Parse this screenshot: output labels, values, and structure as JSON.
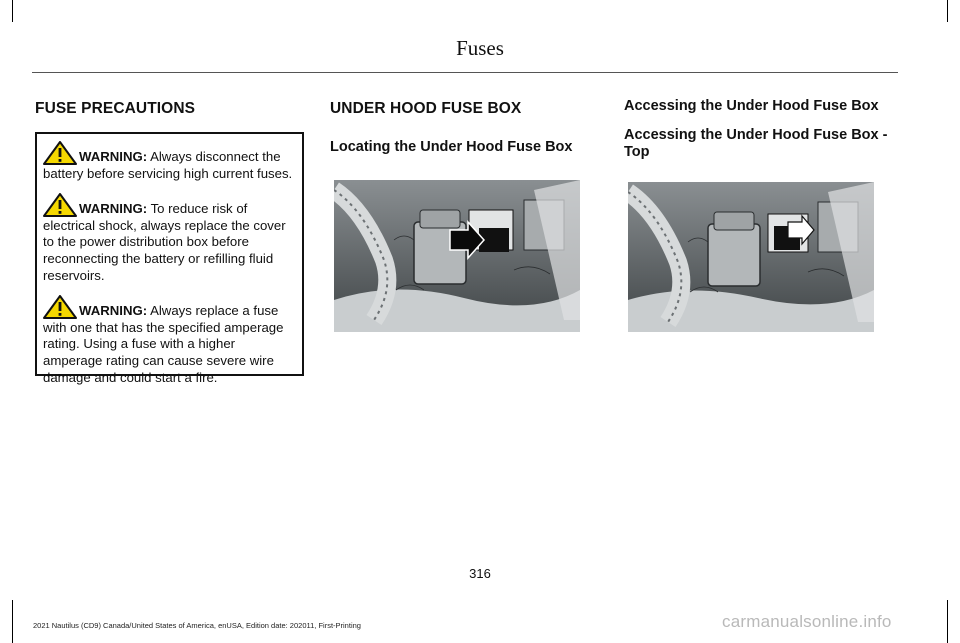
{
  "header": {
    "title": "Fuses"
  },
  "col1": {
    "heading": "FUSE PRECAUTIONS",
    "warnings": [
      {
        "label": "WARNING:",
        "text": " Always disconnect the battery before servicing high current fuses."
      },
      {
        "label": "WARNING:",
        "text": " To reduce risk of electrical shock, always replace the cover to the power distribution box before reconnecting the battery or refilling fluid reservoirs."
      },
      {
        "label": "WARNING:",
        "text": " Always replace a fuse with one that has the specified amperage rating. Using a fuse with a higher amperage rating can cause severe wire damage and could start a fire."
      }
    ],
    "warning_icon": "warning-triangle-icon"
  },
  "col2": {
    "heading": "UNDER HOOD FUSE BOX",
    "subheading": "Locating the Under Hood Fuse Box",
    "image_id": "E305264"
  },
  "col3": {
    "heading": "Accessing the Under Hood Fuse Box",
    "subheading": "Accessing the Under Hood Fuse Box - Top",
    "image_id": "E305265"
  },
  "footer": {
    "page_number": "316",
    "edition": "2021 Nautilus (CD9) Canada/United States of America, enUSA, Edition date: 202011, First-Printing",
    "watermark": "carmanualsonline.info"
  },
  "colors": {
    "warning_yellow": "#f5d800",
    "text": "#111111",
    "rule": "#555555",
    "watermark": "#b9b9b9"
  }
}
